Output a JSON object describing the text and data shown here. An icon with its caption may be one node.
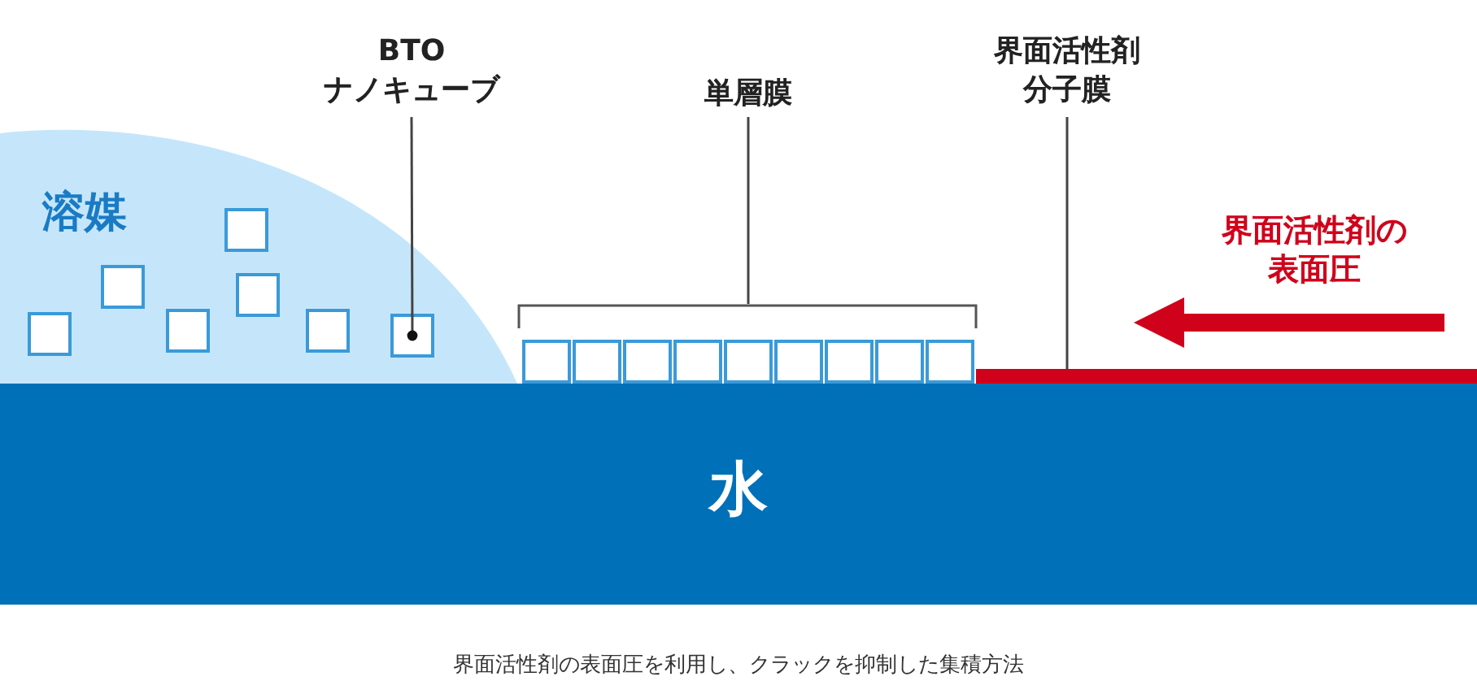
{
  "diagram": {
    "caption": "界面活性剤の表面圧を利用し、クラックを抑制した集積方法",
    "nodes": [
      {
        "text": [
          "BTO ナノキューブ"
        ]
      },
      {
        "text": [
          "溶媒"
        ]
      },
      {
        "text": [],
        "shape": "box",
        "in": 1
      },
      {
        "text": [],
        "shape": "box",
        "in": 1
      },
      {
        "text": [],
        "shape": "box",
        "in": 1
      },
      {
        "text": [],
        "shape": "box",
        "in": 1
      },
      {
        "text": [],
        "shape": "box",
        "in": 1
      },
      {
        "text": [],
        "shape": "box",
        "in": 1
      },
      {
        "text": [],
        "shape": "box",
        "in": 1
      },
      {
        "text": [
          "単層膜"
        ]
      },
      {
        "text": [],
        "shape": "box"
      },
      {
        "text": [
          "界面活性剤分子膜"
        ]
      },
      {
        "text": [],
        "shape": "bar"
      },
      {
        "text": [
          "水"
        ]
      }
    ],
    "edges": [
      {
        "from": 0,
        "to": 8,
        "arrow": "other"
      },
      {
        "from": 9,
        "to": 10,
        "arrow": "none"
      },
      {
        "from": 11,
        "to": 12,
        "arrow": "other"
      }
    ],
    "labels": [
      "界面活性剤の表面圧"
    ]
  }
}
